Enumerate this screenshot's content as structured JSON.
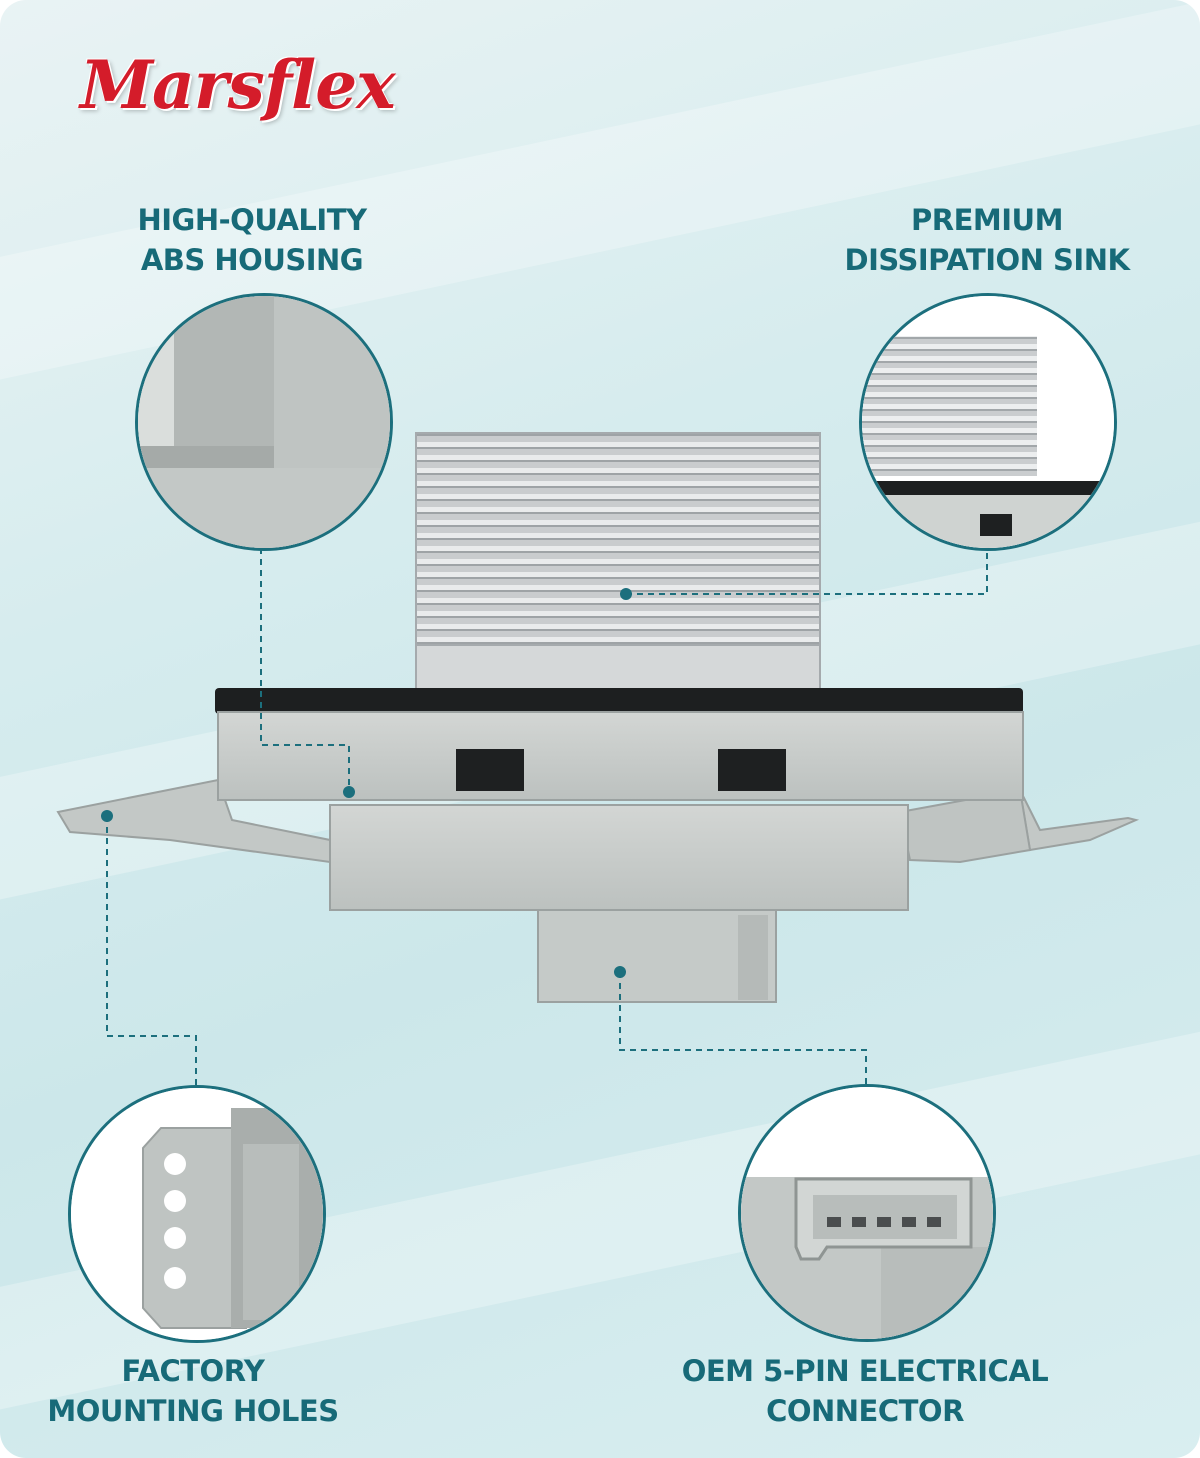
{
  "brand": {
    "name": "Marsflex",
    "color": "#d41c2a"
  },
  "accent_color": "#176a78",
  "features": [
    {
      "id": "housing",
      "lines": [
        "HIGH-QUALITY",
        "ABS HOUSING"
      ]
    },
    {
      "id": "sink",
      "lines": [
        "PREMIUM",
        "DISSIPATION SINK"
      ]
    },
    {
      "id": "mounting",
      "lines": [
        "FACTORY",
        "MOUNTING HOLES"
      ]
    },
    {
      "id": "connector",
      "lines": [
        "OEM 5-PIN ELECTRICAL",
        "CONNECTOR"
      ]
    }
  ],
  "icons": {
    "housing": "abs-housing-closeup-icon",
    "sink": "heat-sink-closeup-icon",
    "mounting": "mounting-holes-closeup-icon",
    "connector": "five-pin-connector-closeup-icon"
  }
}
